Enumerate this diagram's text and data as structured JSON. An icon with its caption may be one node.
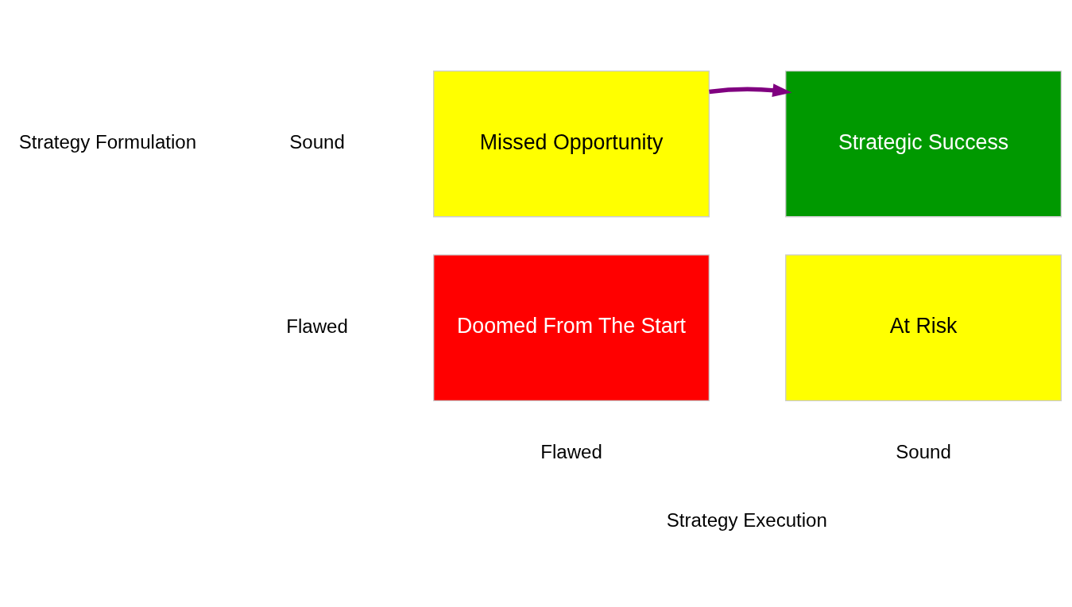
{
  "diagram": {
    "nodes": [
      {
        "text": [
          "Missed Opportunity"
        ]
      },
      {
        "text": [
          "Strategic Success"
        ]
      },
      {
        "text": [
          "Doomed From The Start"
        ]
      },
      {
        "text": [
          "At Risk"
        ]
      }
    ],
    "edges": [
      {
        "from": 0,
        "to": 1,
        "arrow": "to",
        "color": "#800080"
      }
    ],
    "labels": [
      "Strategy Formulation",
      "Sound",
      "Flawed",
      "Flawed",
      "Sound",
      "Strategy Execution"
    ]
  }
}
